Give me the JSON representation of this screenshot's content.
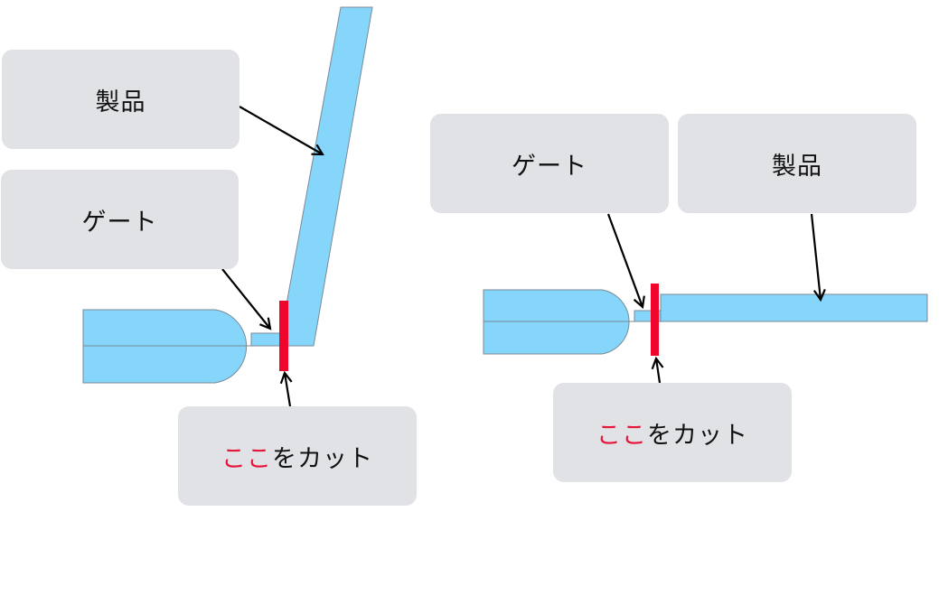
{
  "colors": {
    "part_fill": "#86d6fc",
    "part_stroke": "#7a8a96",
    "cut_mark": "#f0062c",
    "label_bg": "#e1e2e6",
    "arrow": "#000000",
    "highlight_text": "#e6173c"
  },
  "left_diagram": {
    "product_label": "製品",
    "gate_label": "ゲート",
    "cut_label_highlight": "ここ",
    "cut_label_rest": "をカット"
  },
  "right_diagram": {
    "gate_label": "ゲート",
    "product_label": "製品",
    "cut_label_highlight": "ここ",
    "cut_label_rest": "をカット"
  }
}
